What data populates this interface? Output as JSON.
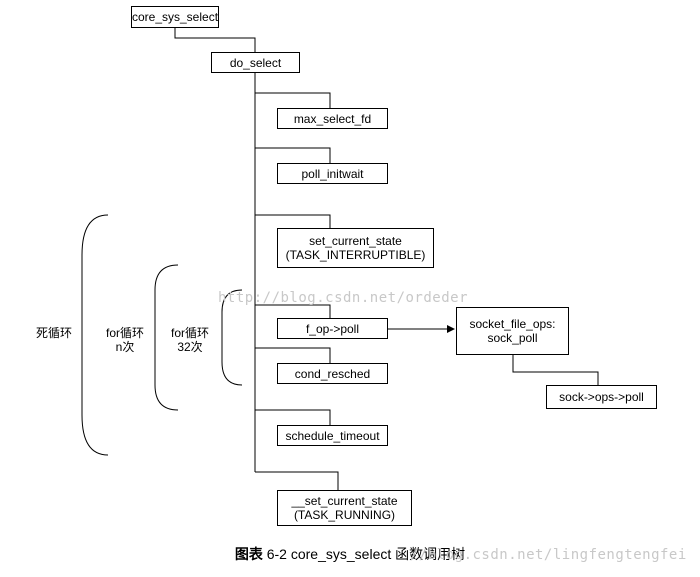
{
  "nodes": {
    "core_sys_select": "core_sys_select",
    "do_select": "do_select",
    "max_select_fd": "max_select_fd",
    "poll_initwait": "poll_initwait",
    "set_current_state": [
      "set_current_state",
      "(TASK_INTERRUPTIBLE)"
    ],
    "f_op_poll": "f_op->poll",
    "cond_resched": "cond_resched",
    "schedule_timeout": "schedule_timeout",
    "set_current_state_running": [
      "__set_current_state",
      "(TASK_RUNNING)"
    ],
    "socket_file_ops": [
      "socket_file_ops:",
      "sock_poll"
    ],
    "sock_ops_poll": "sock->ops->poll"
  },
  "loops": {
    "outer": "死循环",
    "middle": [
      "for循环",
      "n次"
    ],
    "inner": [
      "for循环",
      "32次"
    ]
  },
  "watermarks": {
    "center": "http://blog.csdn.net/ordeder",
    "bottom": "//blog.csdn.net/lingfengtengfei"
  },
  "caption": {
    "prefix": "图表",
    "number": "6-2",
    "text": "core_sys_select 函数调用树"
  },
  "colors": {
    "line": "#000000",
    "watermark": "#c8c8c8"
  }
}
